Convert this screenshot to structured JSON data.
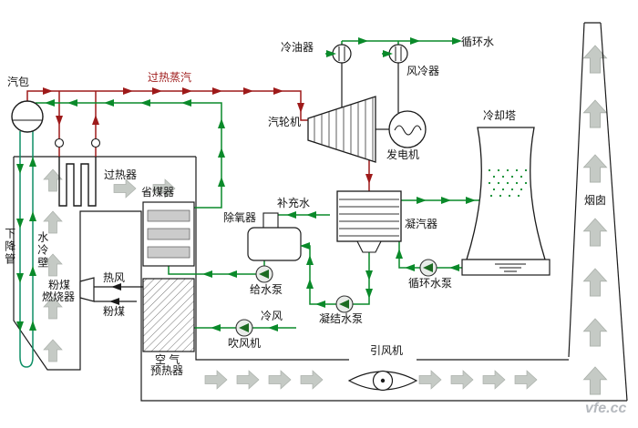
{
  "colors": {
    "steam_line": "#9e1a1a",
    "water_line": "#0a8a2a",
    "downcomer_line": "#0f8f66",
    "flue_gas_arrow": "#c5cac5",
    "structure_line": "#1a1a1a",
    "label_text": "#151515",
    "watermark_text": "#b5b9be"
  },
  "labels": {
    "steam_drum": "汽包",
    "superheated_steam": "过热蒸汽",
    "oil_cooler": "冷油器",
    "air_cooler": "风冷器",
    "circulating_water": "循环水",
    "steam_turbine": "汽轮机",
    "generator": "发电机",
    "cooling_tower": "冷却塔",
    "chimney": "烟囱",
    "superheater": "过热器",
    "economizer": "省煤器",
    "deaerator": "除氧器",
    "makeup_water": "补充水",
    "condenser": "凝汽器",
    "downcomer": "下降管",
    "water_wall": "水冷壁",
    "burner_line1": "粉煤",
    "burner_line2": "燃烧器",
    "hot_air": "热风",
    "pulverized_coal": "粉煤",
    "feed_pump": "给水泵",
    "condensate_pump": "凝结水泵",
    "circulating_pump": "循环水泵",
    "air_preheater_line1": "空 气",
    "air_preheater_line2": "预热器",
    "cold_air": "冷风",
    "blower": "吹风机",
    "induced_draft_fan": "引风机"
  },
  "watermark": "vfe.cc"
}
